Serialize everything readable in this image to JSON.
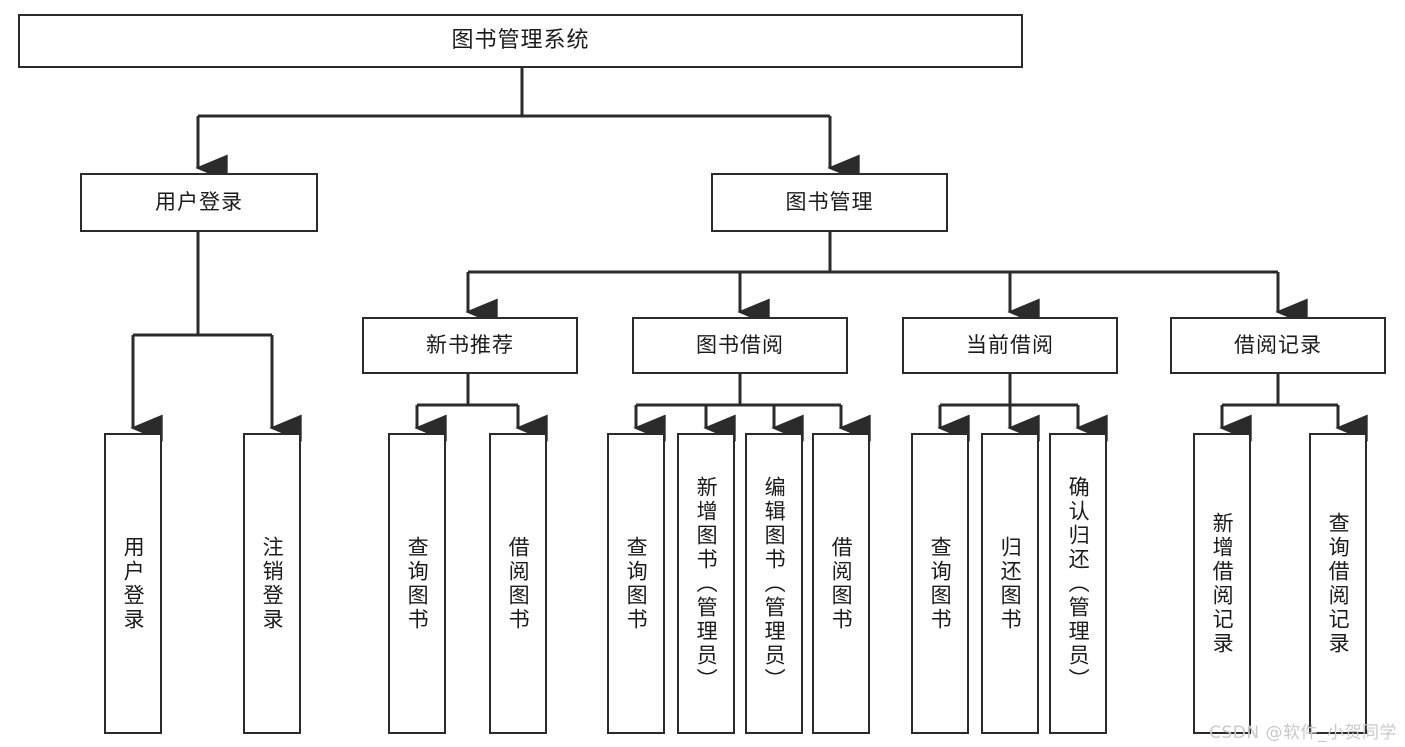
{
  "diagram": {
    "title": "图书管理系统",
    "type": "hierarchy-tree",
    "root": {
      "label": "图书管理系统",
      "children": [
        {
          "label": "用户登录",
          "children": [
            {
              "label": "用户登录"
            },
            {
              "label": "注销登录"
            }
          ]
        },
        {
          "label": "图书管理",
          "children": [
            {
              "label": "新书推荐",
              "children": [
                {
                  "label": "查询图书"
                },
                {
                  "label": "借阅图书"
                }
              ]
            },
            {
              "label": "图书借阅",
              "children": [
                {
                  "label": "查询图书"
                },
                {
                  "label": "新增图书（管理员）"
                },
                {
                  "label": "编辑图书（管理员）"
                },
                {
                  "label": "借阅图书"
                }
              ]
            },
            {
              "label": "当前借阅",
              "children": [
                {
                  "label": "查询图书"
                },
                {
                  "label": "归还图书"
                },
                {
                  "label": "确认归还（管理员）"
                }
              ]
            },
            {
              "label": "借阅记录",
              "children": [
                {
                  "label": "新增借阅记录"
                },
                {
                  "label": "查询借阅记录"
                }
              ]
            }
          ]
        }
      ]
    }
  },
  "nodes": {
    "root_title": "图书管理系统",
    "l1_user_login": "用户登录",
    "l1_book_mgmt": "图书管理",
    "l2_new_book_rec": "新书推荐",
    "l2_book_borrow": "图书借阅",
    "l2_current_borrow": "当前借阅",
    "l2_borrow_record": "借阅记录",
    "leaf_user_login": "用户登录",
    "leaf_logout": "注销登录",
    "leaf_query_book_a": "查询图书",
    "leaf_borrow_book_a": "借阅图书",
    "leaf_query_book_b": "查询图书",
    "leaf_add_book_admin": "新增图书（管理员）",
    "leaf_edit_book_admin": "编辑图书（管理员）",
    "leaf_borrow_book_b": "借阅图书",
    "leaf_query_book_c": "查询图书",
    "leaf_return_book": "归还图书",
    "leaf_confirm_return_admin": "确认归还（管理员）",
    "leaf_add_borrow_record": "新增借阅记录",
    "leaf_query_borrow_record": "查询借阅记录"
  },
  "watermark": {
    "text": "CSDN @软件_小贺同学"
  },
  "colors": {
    "stroke": "#2b2b2b",
    "fill": "#ffffff",
    "text": "#1b1b1b",
    "watermark": "#c9c9c9"
  }
}
